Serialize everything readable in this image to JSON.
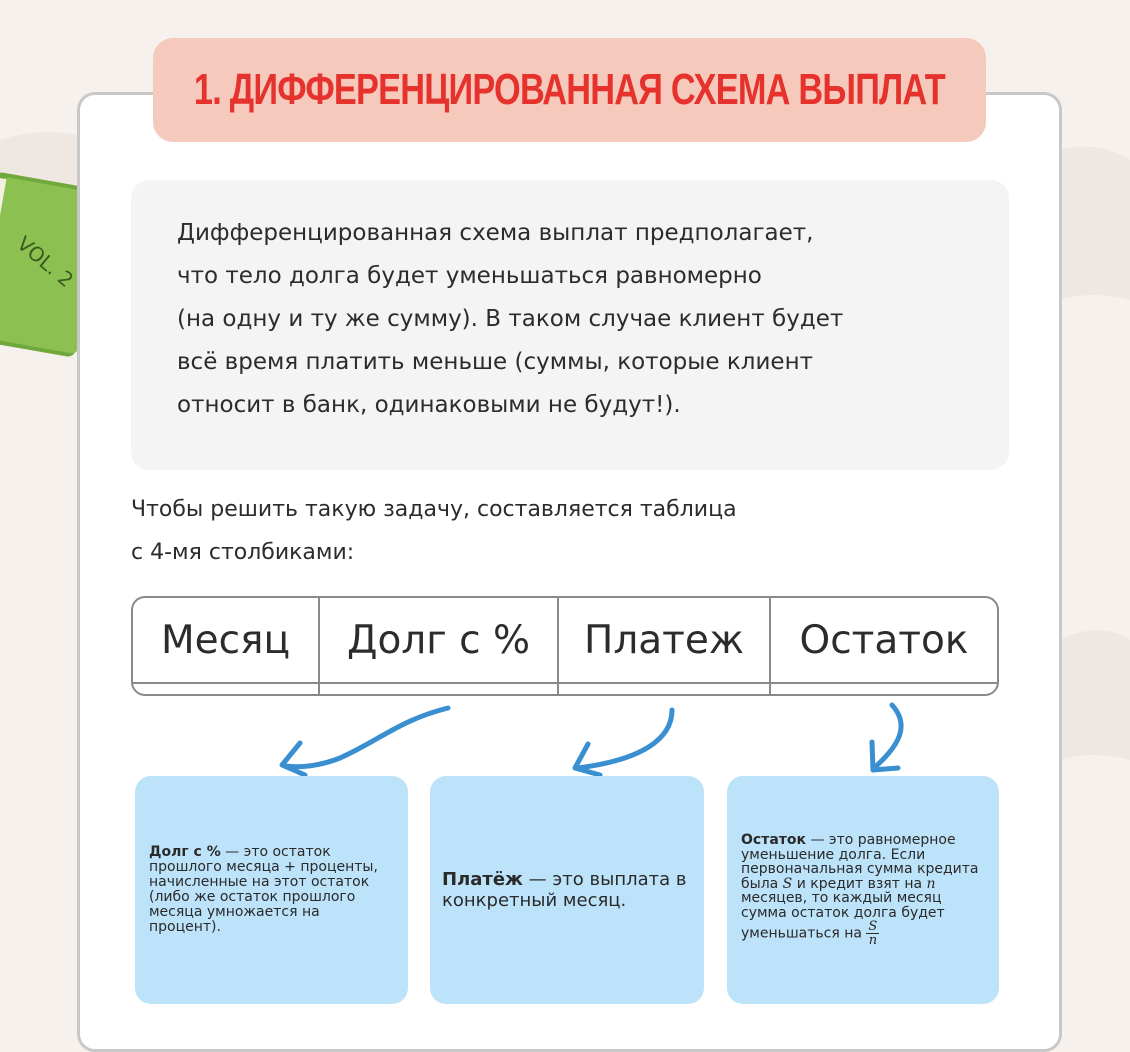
{
  "title": "1. ДИФФЕРЕНЦИРОВАННАЯ СХЕМА ВЫПЛАТ",
  "intro": {
    "text": "Дифференцированная схема выплат предполагает,\nчто тело долга будет уменьшаться равномерно\n(на одну и ту же сумму). В таком случае клиент будет\nвсё время платить меньше (суммы, которые клиент\nотносит в банк, одинаковыми не будут!)."
  },
  "table_intro": "Чтобы решить такую задачу, составляется таблица\nс 4-мя столбиками:",
  "table": {
    "headers": [
      "Месяц",
      "Долг с %",
      "Платеж",
      "Остаток"
    ]
  },
  "boxes": [
    {
      "term": "Долг с %",
      "text": " — это остаток прошлого месяца + проценты, начисленные на этот остаток (либо же остаток прошлого месяца умножается на процент)."
    },
    {
      "term": "Платёж",
      "text": " — это выплата в конкретный месяц."
    },
    {
      "term": "Остаток",
      "text_1": " — это равномерное уменьшение долга. Если первоначальная сумма кредита была ",
      "var_s": "S",
      "text_2": " и кредит взят на ",
      "var_n": "n",
      "text_3": " месяцев, то каждый месяц сумма остаток долга будет уменьшаться на ",
      "frac_num": "S",
      "frac_den": "n"
    }
  ],
  "book_label": "VOL. 2",
  "colors": {
    "title_text": "#e5322d",
    "title_bg": "#f6c9bd",
    "box_bg": "#bde3fa",
    "arrow": "#3a8fd0",
    "book": "#8cc152"
  }
}
